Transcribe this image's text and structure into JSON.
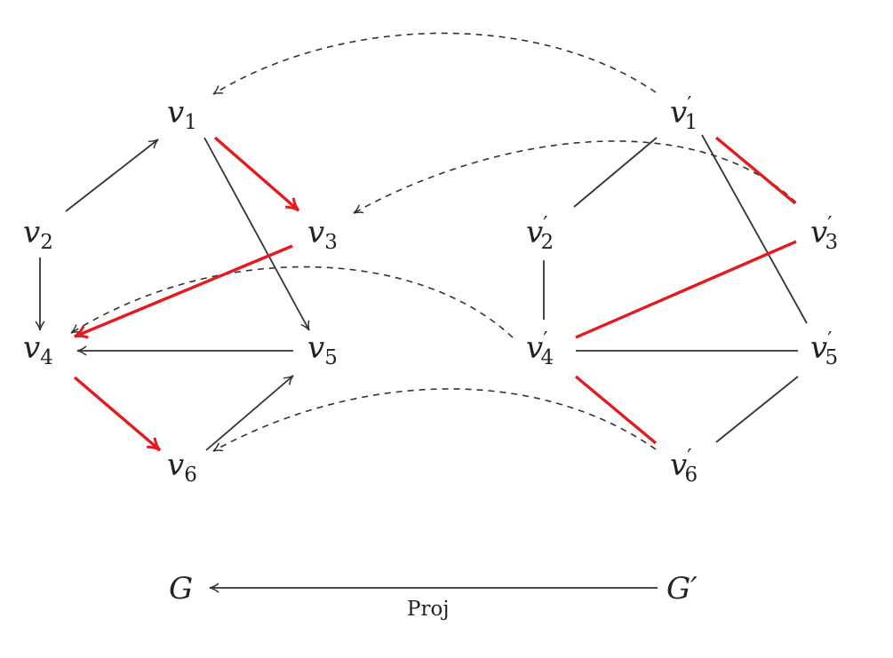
{
  "colors": {
    "edge": "#333333",
    "highlight": "#e41a1c"
  },
  "graph_g": {
    "nodes": [
      {
        "id": "v1",
        "base": "v",
        "sub": "1",
        "prime": ""
      },
      {
        "id": "v2",
        "base": "v",
        "sub": "2",
        "prime": ""
      },
      {
        "id": "v3",
        "base": "v",
        "sub": "3",
        "prime": ""
      },
      {
        "id": "v4",
        "base": "v",
        "sub": "4",
        "prime": ""
      },
      {
        "id": "v5",
        "base": "v",
        "sub": "5",
        "prime": ""
      },
      {
        "id": "v6",
        "base": "v",
        "sub": "6",
        "prime": ""
      }
    ],
    "edges": [
      {
        "from": "v2",
        "to": "v1",
        "directed": true,
        "highlight": false
      },
      {
        "from": "v2",
        "to": "v4",
        "directed": true,
        "highlight": false
      },
      {
        "from": "v1",
        "to": "v5",
        "directed": true,
        "highlight": false
      },
      {
        "from": "v1",
        "to": "v3",
        "directed": true,
        "highlight": true
      },
      {
        "from": "v3",
        "to": "v4",
        "directed": true,
        "highlight": true
      },
      {
        "from": "v5",
        "to": "v4",
        "directed": true,
        "highlight": false
      },
      {
        "from": "v4",
        "to": "v6",
        "directed": true,
        "highlight": true
      },
      {
        "from": "v6",
        "to": "v5",
        "directed": true,
        "highlight": false
      }
    ]
  },
  "graph_g_prime": {
    "nodes": [
      {
        "id": "p1",
        "base": "v",
        "sub": "1",
        "prime": "′"
      },
      {
        "id": "p2",
        "base": "v",
        "sub": "2",
        "prime": "′"
      },
      {
        "id": "p3",
        "base": "v",
        "sub": "3",
        "prime": "′"
      },
      {
        "id": "p4",
        "base": "v",
        "sub": "4",
        "prime": "′"
      },
      {
        "id": "p5",
        "base": "v",
        "sub": "5",
        "prime": "′"
      },
      {
        "id": "p6",
        "base": "v",
        "sub": "6",
        "prime": "′"
      }
    ],
    "edges": [
      {
        "from": "p1",
        "to": "p2",
        "directed": false,
        "highlight": false
      },
      {
        "from": "p1",
        "to": "p5",
        "directed": false,
        "highlight": false
      },
      {
        "from": "p1",
        "to": "p3",
        "directed": false,
        "highlight": true
      },
      {
        "from": "p2",
        "to": "p4",
        "directed": false,
        "highlight": false
      },
      {
        "from": "p3",
        "to": "p4",
        "directed": false,
        "highlight": true
      },
      {
        "from": "p4",
        "to": "p5",
        "directed": false,
        "highlight": false
      },
      {
        "from": "p4",
        "to": "p6",
        "directed": false,
        "highlight": true
      },
      {
        "from": "p5",
        "to": "p6",
        "directed": false,
        "highlight": false
      }
    ]
  },
  "projection_maps": [
    {
      "from": "p1",
      "to": "v1"
    },
    {
      "from": "p3",
      "to": "v3"
    },
    {
      "from": "p4",
      "to": "v4"
    },
    {
      "from": "p6",
      "to": "v6"
    }
  ],
  "bottom": {
    "source": "G′",
    "target": "G",
    "arrow_label": "Proj"
  }
}
